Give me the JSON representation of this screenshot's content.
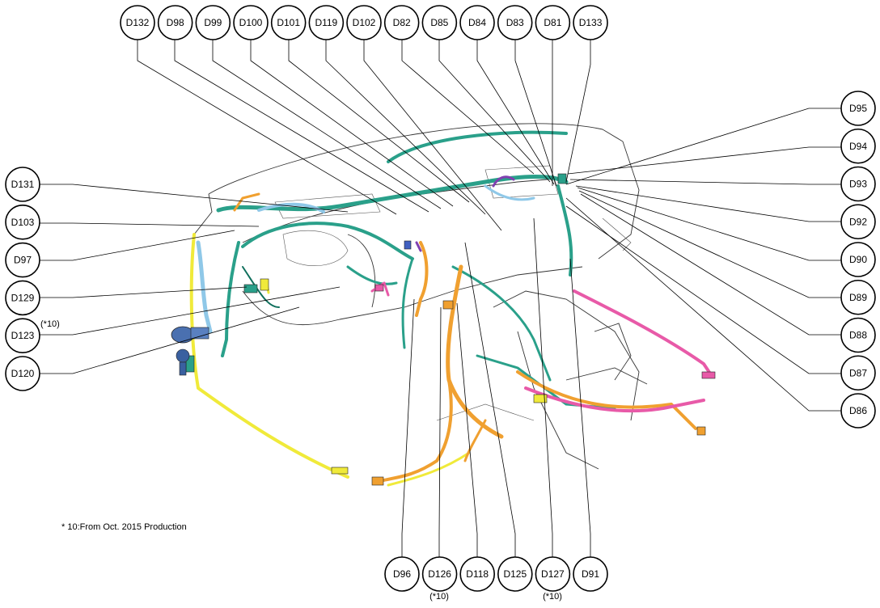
{
  "callouts": {
    "top": [
      "D132",
      "D98",
      "D99",
      "D100",
      "D101",
      "D119",
      "D102",
      "D82",
      "D85",
      "D84",
      "D83",
      "D81",
      "D133"
    ],
    "left": [
      "D131",
      "D103",
      "D97",
      "D129",
      "D123",
      "D120"
    ],
    "right": [
      "D95",
      "D94",
      "D93",
      "D92",
      "D90",
      "D89",
      "D88",
      "D87",
      "D86"
    ],
    "bottom": [
      "D96",
      "D126",
      "D118",
      "D125",
      "D127",
      "D91"
    ]
  },
  "superscripts": {
    "d123": "(*10)",
    "d126": "(*10)",
    "d127": "(*10)"
  },
  "footnote": "* 10:From Oct. 2015 Production",
  "colors": {
    "harness_green": "#2aa08a",
    "harness_orange": "#f0a030",
    "harness_yellow": "#f0ea3a",
    "harness_pink": "#e85aa8",
    "harness_blue": "#8fc8e8",
    "harness_purple": "#8040b0"
  }
}
